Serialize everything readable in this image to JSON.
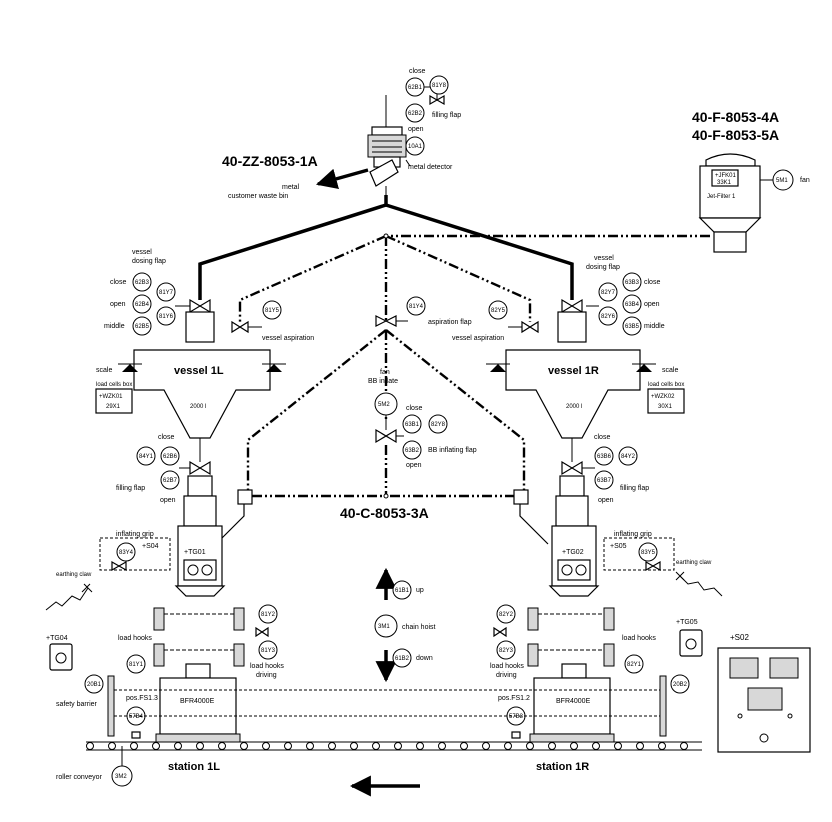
{
  "title_detector": "40-ZZ-8053-1A",
  "title_filter_a": "40-F-8053-4A",
  "title_filter_b": "40-F-8053-5A",
  "title_conveyor": "40-C-8053-3A",
  "top": {
    "close": "close",
    "open": "open",
    "filling_flap": "filling flap",
    "tag_62b1": "62B1",
    "tag_81y8": "81Y8",
    "tag_62b2": "62B2",
    "tag_10a1": "10A1",
    "metal_detector": "metal detector",
    "waste_line1": "metal",
    "waste_line2": "customer waste bin"
  },
  "filter": {
    "tag_jfk": "+JFK01",
    "tag_33k1": "33K1",
    "name": "Jet-Filter 1",
    "tag_5m1": "5M1",
    "fan": "fan"
  },
  "left_vessel": {
    "dosing1": "vessel",
    "dosing2": "dosing flap",
    "close": "close",
    "open": "open",
    "middle": "middle",
    "t62b3": "62B3",
    "t81y7": "81Y7",
    "t62b4": "62B4",
    "t81y6": "81Y6",
    "t62b5": "62B5",
    "t81y5": "81Y5",
    "aspiration": "vessel aspiration",
    "scale": "scale",
    "name": "vessel 1L",
    "volume": "2000 l",
    "loadcell": "load cells box",
    "wzk": "+WZK01",
    "t29x1": "29X1",
    "fill_close": "close",
    "fill_open": "open",
    "filling_flap": "filling flap",
    "t84y1": "84Y1",
    "t62b6": "62B6",
    "t62b7": "62B7",
    "inflating": "inflating grip",
    "t83y4": "83Y4",
    "s04": "+S04",
    "tg01": "+TG01",
    "earthing": "earthing claw",
    "tg04": "+TG04",
    "t81y2": "81Y2",
    "t81y3": "81Y3",
    "t81y1": "81Y1",
    "load_hooks": "load hooks",
    "driving1": "load hooks",
    "driving2": "driving",
    "t20b1": "20B1",
    "safety": "safety barrier",
    "pos": "pos.FS1.3",
    "t57b4": "57B4",
    "bfr": "BFR4000E",
    "roller": "roller conveyor",
    "t3m2": "3M2",
    "station": "station 1L"
  },
  "right_vessel": {
    "dosing1": "vessel",
    "dosing2": "dosing flap",
    "close": "close",
    "open": "open",
    "middle": "middle",
    "t63b3": "63B3",
    "t82y7": "82Y7",
    "t63b4": "63B4",
    "t82y6": "82Y6",
    "t63b5": "63B5",
    "t82y5": "82Y5",
    "aspiration": "vessel aspiration",
    "scale": "scale",
    "name": "vessel 1R",
    "volume": "2000 l",
    "loadcell": "load cells box",
    "wzk": "+WZK02",
    "t30x1": "30X1",
    "fill_close": "close",
    "fill_open": "open",
    "filling_flap": "filling flap",
    "t63b6": "63B6",
    "t84y2": "84Y2",
    "t63b7": "63B7",
    "inflating": "inflating grip",
    "t83y5": "83Y5",
    "s05": "+S05",
    "tg02": "+TG02",
    "earthing": "earthing claw",
    "tg05": "+TG05",
    "t82y2": "82Y2",
    "t82y3": "82Y3",
    "t82y1": "82Y1",
    "load_hooks": "load hooks",
    "driving1": "load hooks",
    "driving2": "driving",
    "t20b2": "20B2",
    "pos": "pos.FS1.2",
    "t57b3": "57B3",
    "bfr": "BFR4000E",
    "station": "station 1R",
    "s02": "+S02"
  },
  "center": {
    "t81y4": "81Y4",
    "aspiration_flap": "aspiration flap",
    "fan": "fan",
    "bb_inflate": "BB inflate",
    "t5m2": "5M2",
    "close": "close",
    "open": "open",
    "t63b1": "63B1",
    "t82y8": "82Y8",
    "t63b2": "63B2",
    "bb_flap": "BB inflating flap",
    "t61b1": "61B1",
    "up": "up",
    "t3m1": "3M1",
    "hoist": "chain hoist",
    "t61b2": "61B2",
    "down": "down"
  }
}
